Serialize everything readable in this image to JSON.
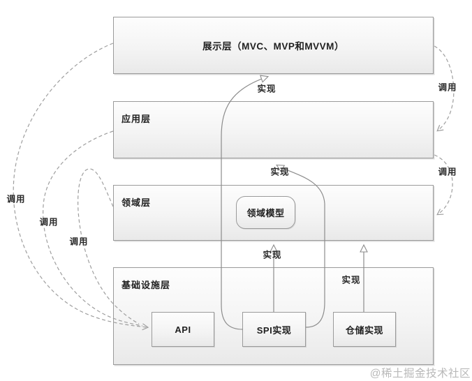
{
  "diagram": {
    "layers": {
      "presentation": {
        "label": "展示层（MVC、MVP和MVVM）"
      },
      "application": {
        "label": "应用层"
      },
      "domain": {
        "label": "领域层"
      },
      "infrastructure": {
        "label": "基础设施层"
      }
    },
    "nodes": {
      "domain_model": {
        "label": "领域模型"
      },
      "api": {
        "label": "API"
      },
      "spi_impl": {
        "label": "SPI实现"
      },
      "repo_impl": {
        "label": "仓储实现"
      }
    },
    "edge_labels": {
      "realize": "实现",
      "call": "调用"
    },
    "edges": [
      {
        "from": "spi_impl",
        "to": "presentation",
        "type": "realize",
        "label": "实现"
      },
      {
        "from": "spi_impl",
        "to": "application",
        "type": "realize",
        "label": "实现"
      },
      {
        "from": "spi_impl",
        "to": "domain",
        "type": "realize",
        "label": "实现"
      },
      {
        "from": "repo_impl",
        "to": "domain",
        "type": "realize",
        "label": "实现"
      },
      {
        "from": "presentation",
        "to": "api",
        "type": "call",
        "label": "调用"
      },
      {
        "from": "application",
        "to": "api",
        "type": "call",
        "label": "调用"
      },
      {
        "from": "domain",
        "to": "api",
        "type": "call",
        "label": "调用"
      },
      {
        "from": "presentation",
        "to": "application",
        "type": "call",
        "label": "调用"
      },
      {
        "from": "application",
        "to": "domain",
        "type": "call",
        "label": "调用"
      }
    ]
  },
  "watermark": "@稀土掘金技术社区",
  "colors": {
    "solid_line": "#8c8c8c",
    "dashed_line": "#9e9e9e",
    "box_border": "#9a9a9a",
    "box_fill_top": "#fdfdfd",
    "box_fill_bottom": "#e9e9e9",
    "text": "#1f1f1f",
    "watermark": "#b9b9b9"
  }
}
